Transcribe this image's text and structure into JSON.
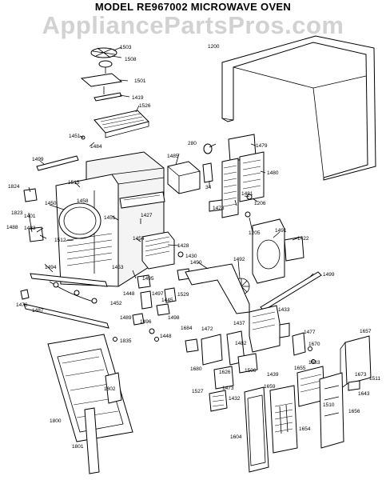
{
  "title": "MODEL RE967002  MICROWAVE OVEN",
  "watermark": "AppliancePartsPros.com",
  "part_labels": [
    {
      "num": "1503"
    },
    {
      "num": "1508"
    },
    {
      "num": "1501"
    },
    {
      "num": "1419"
    },
    {
      "num": "1526"
    },
    {
      "num": "1451"
    },
    {
      "num": "1484"
    },
    {
      "num": "1200"
    },
    {
      "num": "280"
    },
    {
      "num": "1479"
    },
    {
      "num": "1485"
    },
    {
      "num": "1480"
    },
    {
      "num": "34"
    },
    {
      "num": "1481"
    },
    {
      "num": "1206"
    },
    {
      "num": "1478"
    },
    {
      "num": "1205"
    },
    {
      "num": "1499"
    },
    {
      "num": "1824"
    },
    {
      "num": "1515"
    },
    {
      "num": "1823"
    },
    {
      "num": "1458"
    },
    {
      "num": "1401"
    },
    {
      "num": "1450"
    },
    {
      "num": "1451"
    },
    {
      "num": "1427"
    },
    {
      "num": "1488"
    },
    {
      "num": "1483"
    },
    {
      "num": "1454"
    },
    {
      "num": "1428"
    },
    {
      "num": "1491"
    },
    {
      "num": "1422"
    },
    {
      "num": "1512"
    },
    {
      "num": "1430"
    },
    {
      "num": "1494"
    },
    {
      "num": "1453"
    },
    {
      "num": "1490"
    },
    {
      "num": "1492"
    },
    {
      "num": "1499"
    },
    {
      "num": "1495"
    },
    {
      "num": "1448"
    },
    {
      "num": "1497"
    },
    {
      "num": "1445"
    },
    {
      "num": "1529"
    },
    {
      "num": "1476"
    },
    {
      "num": "1452"
    },
    {
      "num": "1487"
    },
    {
      "num": "1489"
    },
    {
      "num": "1496"
    },
    {
      "num": "1498"
    },
    {
      "num": "1433"
    },
    {
      "num": "1448"
    },
    {
      "num": "1684"
    },
    {
      "num": "1472"
    },
    {
      "num": "1437"
    },
    {
      "num": "1477"
    },
    {
      "num": "1657"
    },
    {
      "num": "1835"
    },
    {
      "num": "1482"
    },
    {
      "num": "1670"
    },
    {
      "num": "1680"
    },
    {
      "num": "1626"
    },
    {
      "num": "1506"
    },
    {
      "num": "1439"
    },
    {
      "num": "1683"
    },
    {
      "num": "1655"
    },
    {
      "num": "1673"
    },
    {
      "num": "1511"
    },
    {
      "num": "1802"
    },
    {
      "num": "1473"
    },
    {
      "num": "1659"
    },
    {
      "num": "1527"
    },
    {
      "num": "1432"
    },
    {
      "num": "1643"
    },
    {
      "num": "1510"
    },
    {
      "num": "1800"
    },
    {
      "num": "1656"
    },
    {
      "num": "1654"
    },
    {
      "num": "1604"
    },
    {
      "num": "1801"
    }
  ]
}
